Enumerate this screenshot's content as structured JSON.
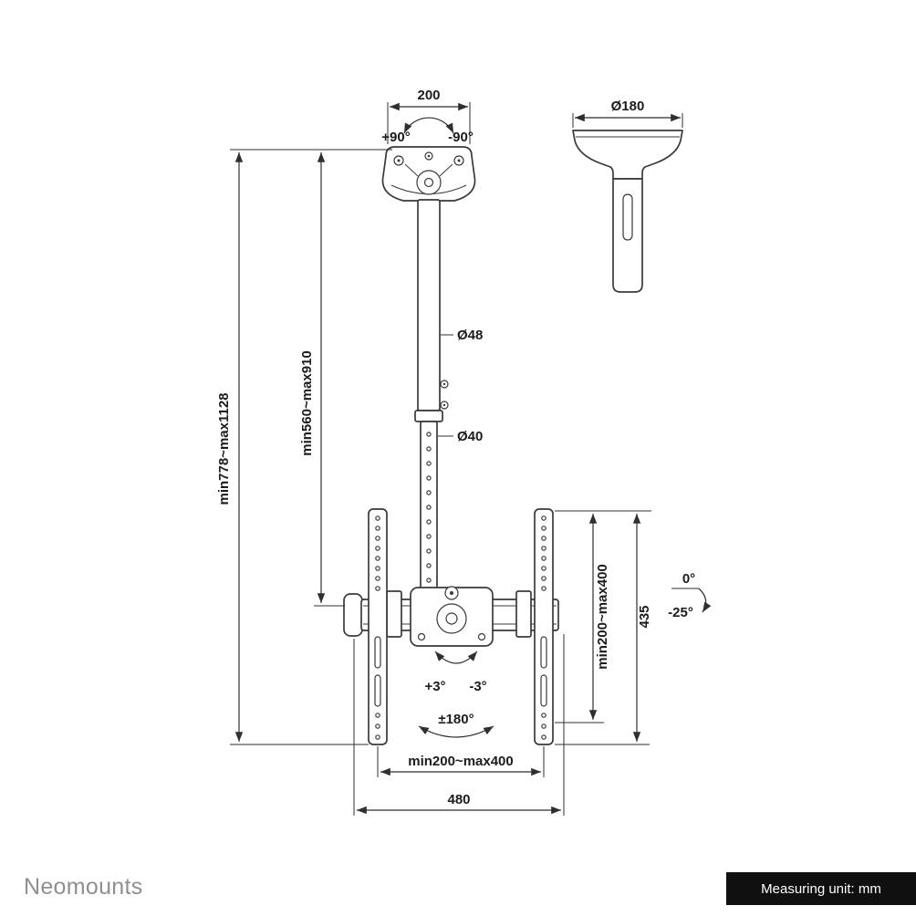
{
  "brand": {
    "name": "Neomounts"
  },
  "footer": {
    "measuring_unit": "Measuring unit: mm"
  },
  "labels": {
    "top_width": "200",
    "swivel_left": "+90°",
    "swivel_right": "-90°",
    "cup_diameter": "Ø180",
    "upper_pole": "Ø48",
    "lower_pole": "Ø40",
    "total_height": "min778~max1128",
    "pole_height": "min560~max910",
    "vesa_vertical": "min200~max400",
    "bracket_height": "435",
    "tilt_up": "+3°",
    "tilt_down": "-3°",
    "rotation": "±180°",
    "angle_zero": "0°",
    "angle_tilt": "-25°",
    "vesa_horizontal": "min200~max400",
    "total_width": "480"
  }
}
